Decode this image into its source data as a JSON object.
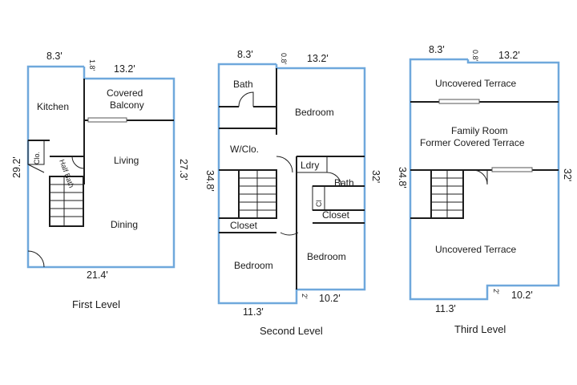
{
  "levels": [
    {
      "caption": "First Level",
      "dims": {
        "top_left": "8.3'",
        "top_gap": "1.8'",
        "top_right": "13.2'",
        "left": "29.2'",
        "right": "27.3'",
        "bottom": "21.4'"
      },
      "rooms": {
        "kitchen": "Kitchen",
        "balcony_line1": "Covered",
        "balcony_line2": "Balcony",
        "closet": "Clo.",
        "half_bath": "Half Bath",
        "living": "Living",
        "dining": "Dining"
      }
    },
    {
      "caption": "Second Level",
      "dims": {
        "top_left": "8.3'",
        "top_gap": "0.8'",
        "top_right": "13.2'",
        "left": "34.8'",
        "right": "32'",
        "bottom_left": "11.3'",
        "bottom_gap": "2'",
        "bottom_right": "10.2'"
      },
      "rooms": {
        "bath1": "Bath",
        "bedroom1": "Bedroom",
        "wclo": "W/Clo.",
        "laundry": "Ldry",
        "bath2": "Bath",
        "cl": "Cl",
        "closet1": "Closet",
        "closet2": "Closet",
        "bedroom2": "Bedroom",
        "bedroom3": "Bedroom"
      }
    },
    {
      "caption": "Third Level",
      "dims": {
        "top_left": "8.3'",
        "top_gap": "0.8'",
        "top_right": "13.2'",
        "left": "34.8'",
        "right": "32'",
        "bottom_left": "11.3'",
        "bottom_gap": "2'",
        "bottom_right": "10.2'"
      },
      "rooms": {
        "upper_terrace": "Uncovered Terrace",
        "family_line1": "Family Room",
        "family_line2": "Former Covered Terrace",
        "lower_terrace": "Uncovered Terrace"
      }
    }
  ]
}
